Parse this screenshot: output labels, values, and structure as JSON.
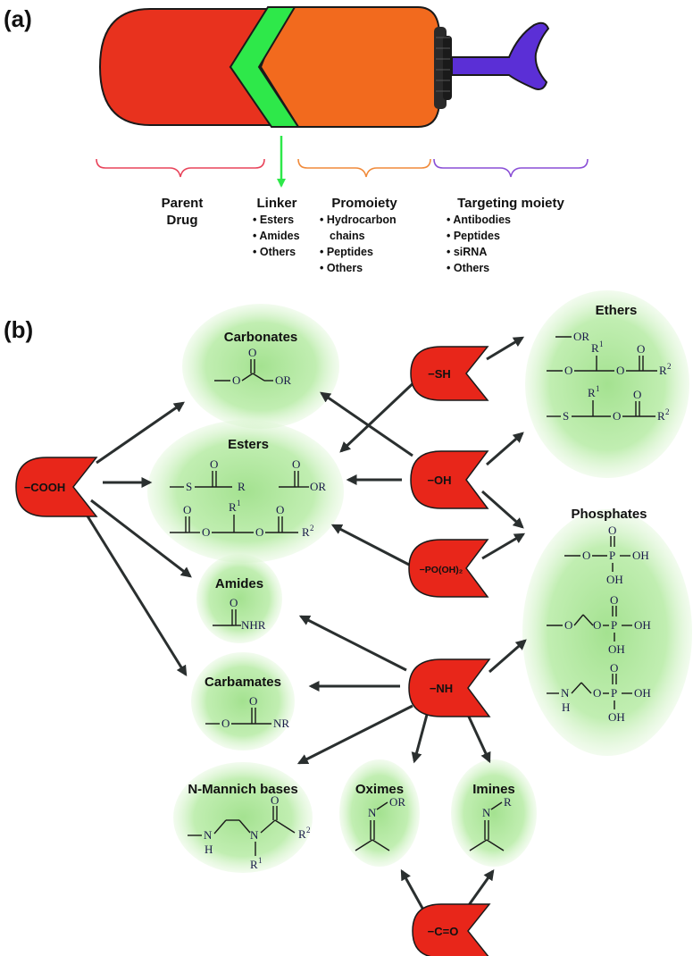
{
  "panels": {
    "a": "(a)",
    "b": "(b)"
  },
  "prodrug": {
    "segments": [
      {
        "title_lines": [
          "Parent",
          "Drug"
        ],
        "items": [],
        "color": "#e8321e"
      },
      {
        "title_lines": [
          "Linker"
        ],
        "items": [
          "• Esters",
          "• Amides",
          "• Others"
        ],
        "color": "#2ee84a"
      },
      {
        "title_lines": [
          "Promoiety"
        ],
        "items": [
          "• Hydrocarbon",
          "chains",
          "• Peptides",
          "• Others"
        ],
        "color": "#f26a1e"
      },
      {
        "title_lines": [
          "Targeting moiety"
        ],
        "items": [
          "• Antibodies",
          "• Peptides",
          "• siRNA",
          "• Others"
        ],
        "color": "#5b2fd6"
      }
    ],
    "bracket_colors": {
      "drug": "#e8435a",
      "promoiety": "#f08a3a",
      "targeting": "#8a4fd6",
      "linker_arrow": "#2ee84a"
    }
  },
  "groups": {
    "cooh": "−COOH",
    "sh": "−SH",
    "oh": "−OH",
    "po": "−PO(OH)₂",
    "nh": "−NH",
    "co": "−C=O"
  },
  "classes": {
    "carbonates": "Carbonates",
    "esters": "Esters",
    "amides": "Amides",
    "carbamates": "Carbamates",
    "mannich": "N-Mannich bases",
    "oximes": "Oximes",
    "imines": "Imines",
    "ethers": "Ethers",
    "phosphates": "Phosphates"
  },
  "chem_labels": {
    "O": "O",
    "OR": "OR",
    "S": "S",
    "R": "R",
    "R1": "R",
    "R2": "R",
    "sup1": "1",
    "sup2": "2",
    "NHR": "NHR",
    "NR": "NR",
    "N": "N",
    "H": "H",
    "P": "P",
    "OH": "OH"
  },
  "colors": {
    "moiety_red": "#e8261a",
    "blob_green": "#9fe08a",
    "arrow": "#2a2f2f"
  }
}
